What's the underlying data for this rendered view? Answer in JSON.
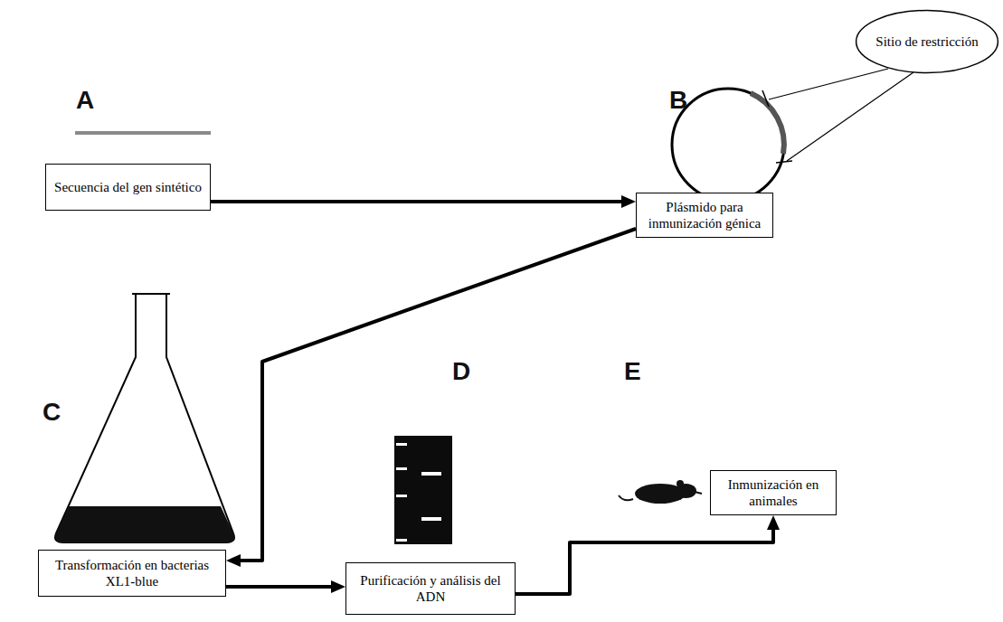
{
  "diagram": {
    "nodes": [
      {
        "text": [
          "Secuencia del gen sintético"
        ]
      },
      {
        "text": [
          "Sitio de restricción"
        ]
      },
      {
        "text": [
          "Plásmido para inmunización génica"
        ]
      },
      {
        "text": [
          "Transformación en bacterias XL1-blue"
        ]
      },
      {
        "text": [
          "Purificación y análisis del ADN"
        ]
      },
      {
        "text": [
          "Inmunización en animales"
        ]
      }
    ],
    "edges": [
      {
        "from": 0,
        "to": 2,
        "arrow": "to"
      },
      {
        "from": 2,
        "to": 3,
        "arrow": "to"
      },
      {
        "from": 3,
        "to": 4,
        "arrow": "to"
      },
      {
        "from": 4,
        "to": 5,
        "arrow": "to"
      }
    ],
    "labels": [
      "A",
      "B",
      "C",
      "D",
      "E"
    ]
  }
}
